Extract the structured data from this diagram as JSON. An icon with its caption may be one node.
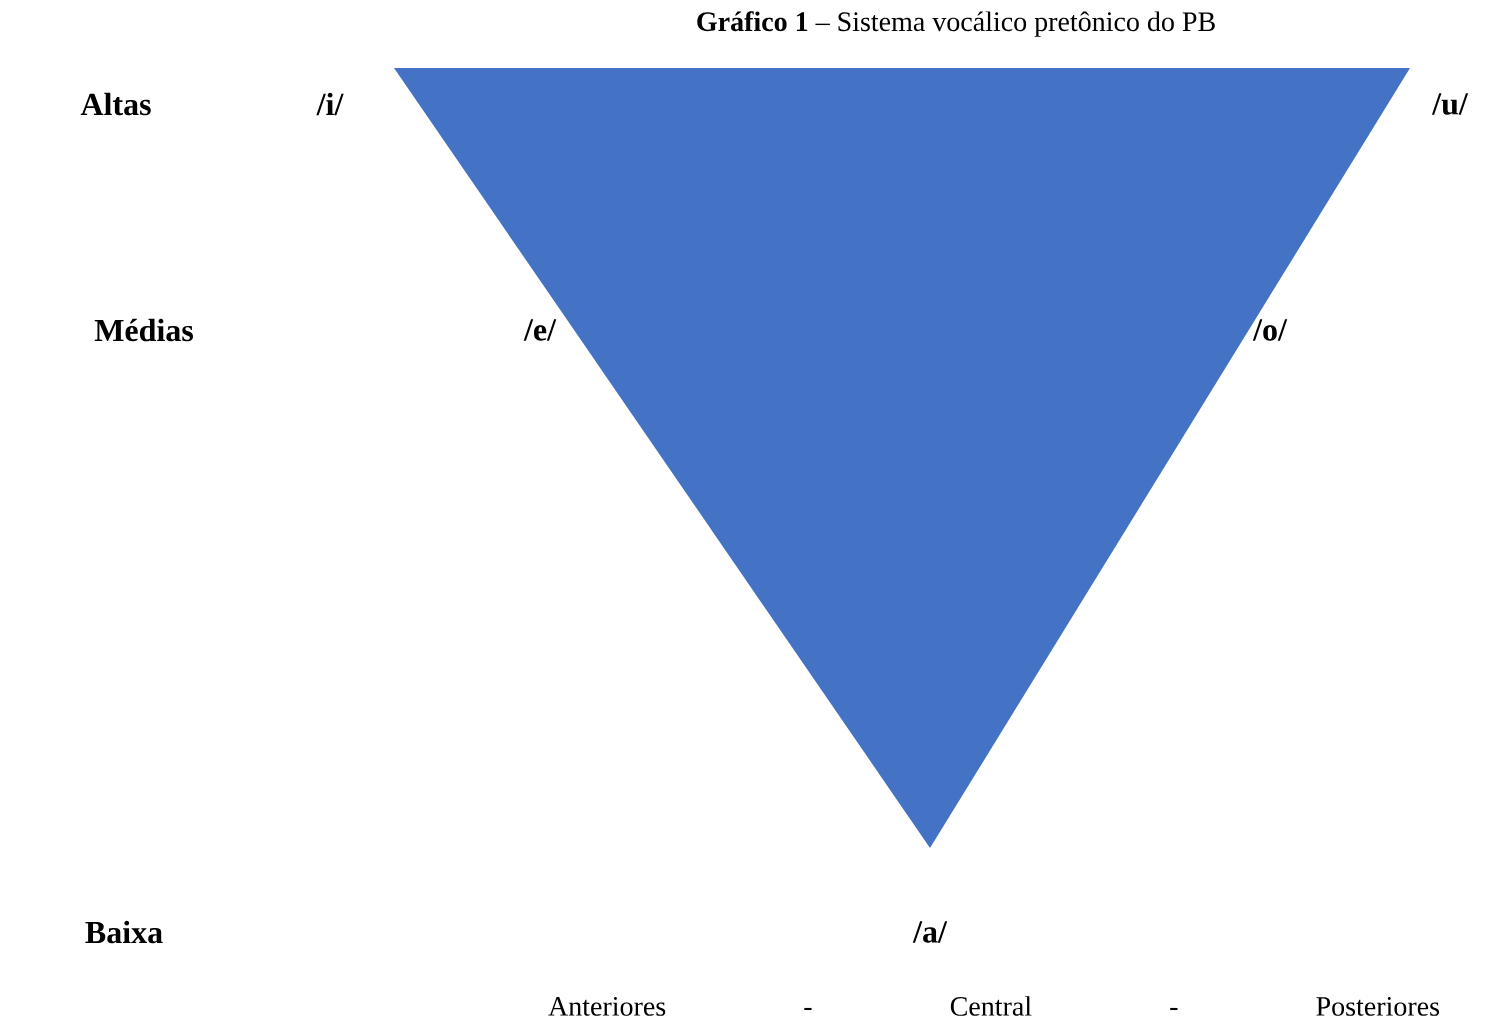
{
  "diagram": {
    "title": "**Gráfico 1** – Sistema vocálico pretônico do PB",
    "nodes": [
      {
        "text": [],
        "shape": "triangle"
      }
    ],
    "labels": [
      "Altas",
      "/i/",
      "/u/",
      "Médias",
      "/e/",
      "/o/",
      "Baixa",
      "/a/",
      "Anteriores - Central - Posteriores"
    ]
  }
}
